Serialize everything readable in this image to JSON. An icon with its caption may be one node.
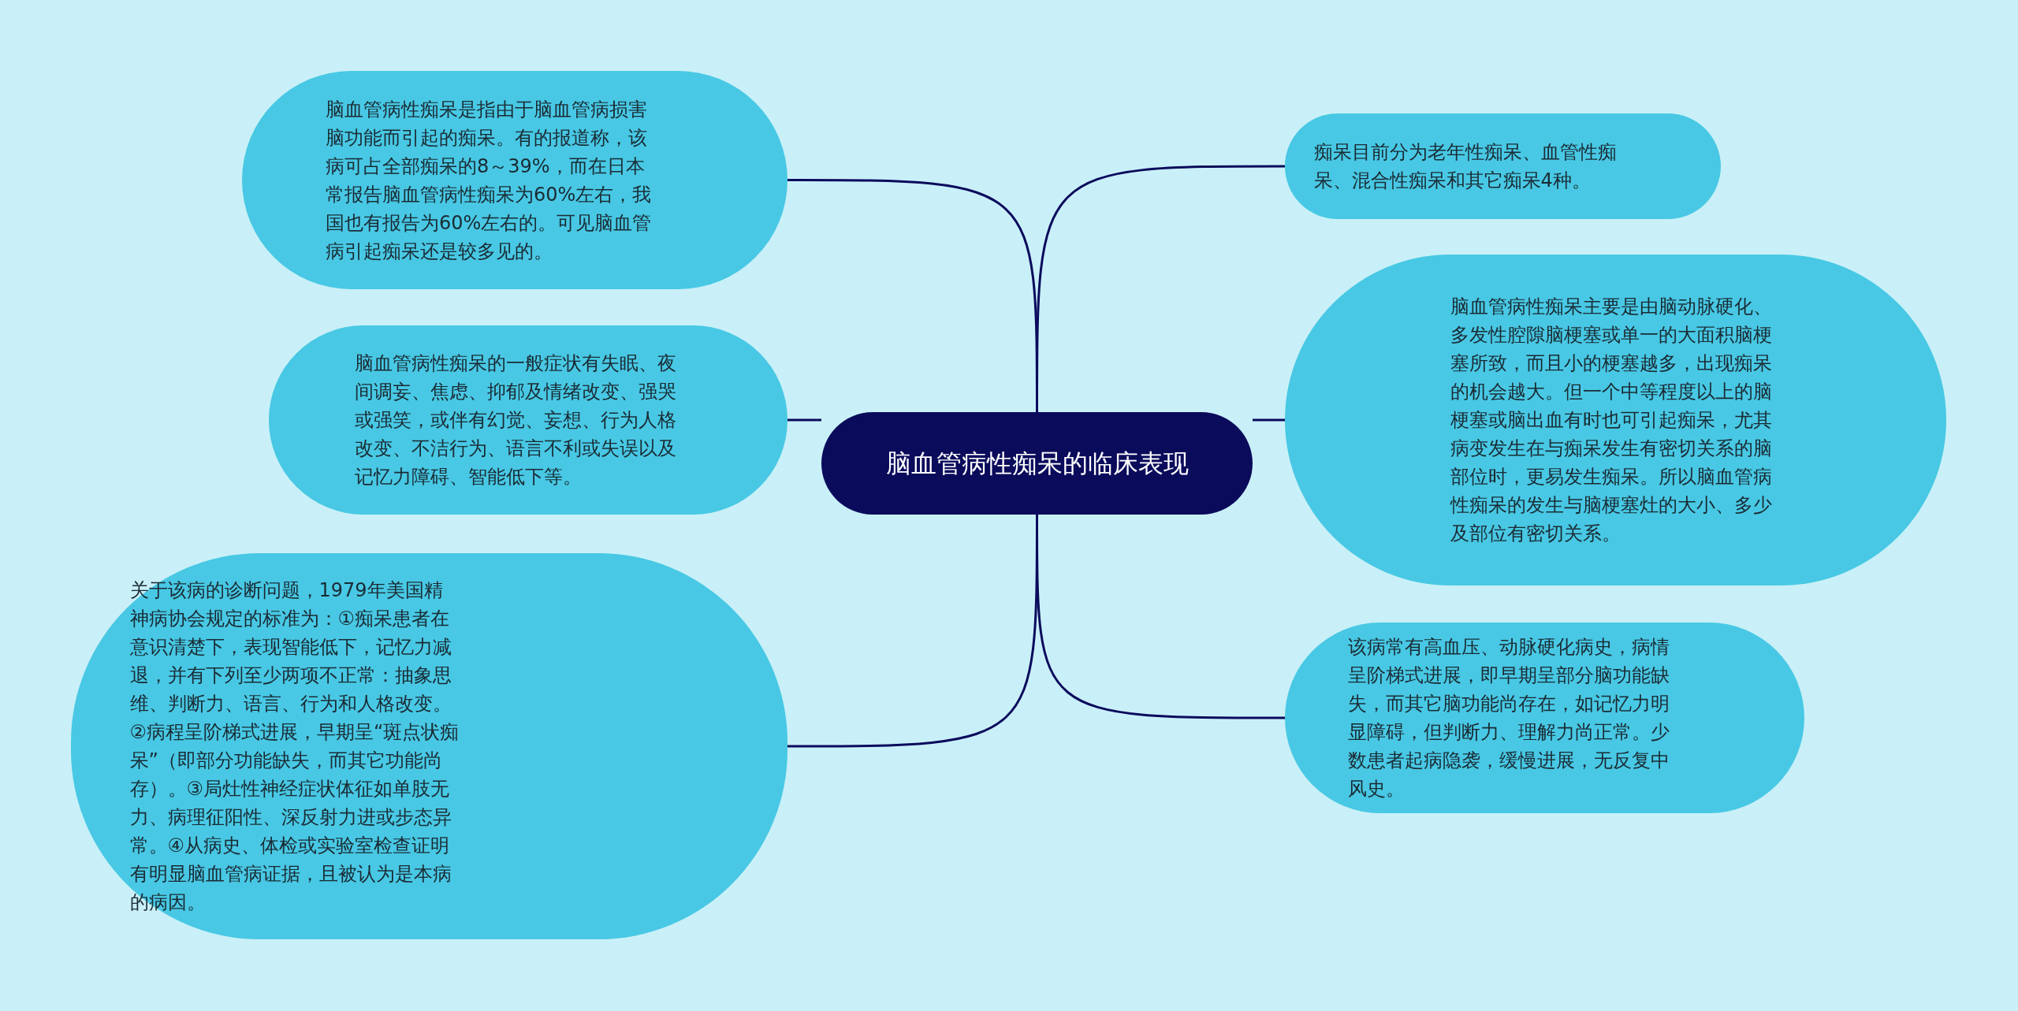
{
  "diagram": {
    "nodes": [
      {
        "text": [
          "脑血管病性痴呆的临床表现"
        ]
      },
      {
        "text": [
          "脑血管病性痴呆是指由于脑血管病损害脑功能而引起的痴呆。有的报道称，该病可占全部痴呆的8～39%，而在日本常报告脑血管病性痴呆为60%左右，我国也有报告为60%左右的。可见脑血管病引起痴呆还是较多见的。"
        ]
      },
      {
        "text": [
          "脑血管病性痴呆的一般症状有失眠、夜间调妄、焦虑、抑郁及情绪改变、强哭或强笑，或伴有幻觉、妄想、行为人格改变、不洁行为、语言不利或失误以及记忆力障碍、智能低下等。"
        ]
      },
      {
        "text": [
          "关于该病的诊断问题，1979年美国精神病协会规定的标准为：①痴呆患者在意识清楚下，表现智能低下，记忆力减退，并有下列至少两项不正常：抽象思维、判断力、语言、行为和人格改变。②病程呈阶梯式进展，早期呈“斑点状痴呆”（即部分功能缺失，而其它功能尚存）。③局灶性神经症状体征如单肢无力、病理征阳性、深反射力进或步态异常。④从病史、体检或实验室检查证明有明显脑血管病证据，且被认为是本病的病因。"
        ]
      },
      {
        "text": [
          "痴呆目前分为老年性痴呆、血管性痴呆、混合性痴呆和其它痴呆4种。"
        ]
      },
      {
        "text": [
          "脑血管病性痴呆主要是由脑动脉硬化、多发性腔隙脑梗塞或单一的大面积脑梗塞所致，而且小的梗塞越多，出现痴呆的机会越大。但一个中等程度以上的脑梗塞或脑出血有时也可引起痴呆，尤其病变发生在与痴呆发生有密切关系的脑部位时，更易发生痴呆。所以脑血管病性痴呆的发生与脑梗塞灶的大小、多少及部位有密切关系。"
        ]
      },
      {
        "text": [
          "该病常有高血压、动脉硬化病史，病情呈阶梯式进展，即早期呈部分脑功能缺失，而其它脑功能尚存在，如记忆力明显障碍，但判断力、理解力尚正常。少数患者起病隐袭，缓慢进展，无反复中风史。"
        ]
      }
    ],
    "edges": [
      {
        "from": 0,
        "to": 1,
        "arrow": "none"
      },
      {
        "from": 0,
        "to": 2,
        "arrow": "none"
      },
      {
        "from": 0,
        "to": 3,
        "arrow": "none"
      },
      {
        "from": 0,
        "to": 4,
        "arrow": "none"
      },
      {
        "from": 0,
        "to": 5,
        "arrow": "none"
      },
      {
        "from": 0,
        "to": 6,
        "arrow": "none"
      }
    ]
  }
}
